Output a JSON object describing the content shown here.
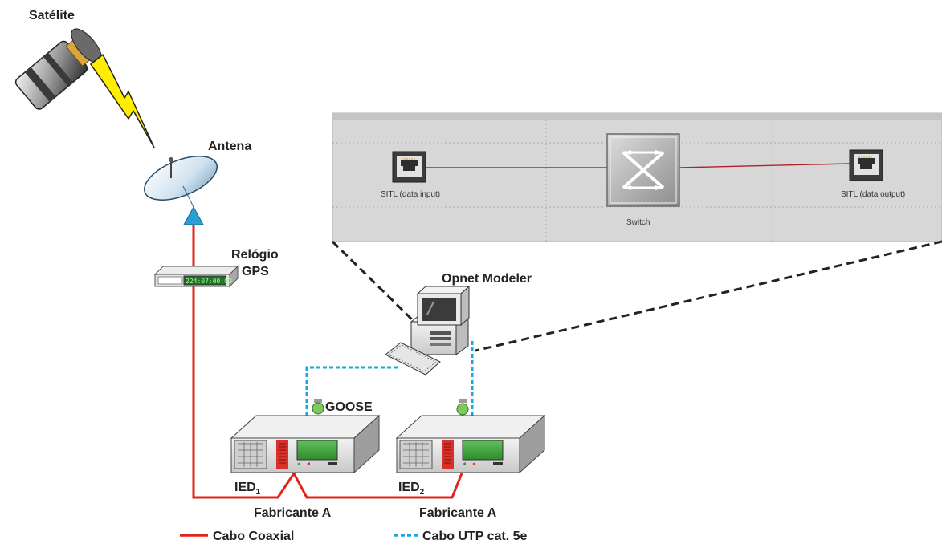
{
  "labels": {
    "satellite": "Satélite",
    "antenna": "Antena",
    "gps_clock_line1": "Relógio",
    "gps_clock_line2": "GPS",
    "gps_display": "224:07:00:00",
    "opnet": "Opnet Modeler",
    "goose": "GOOSE",
    "ied1_prefix": "IED",
    "ied1_sub": "1",
    "ied2_prefix": "IED",
    "ied2_sub": "2",
    "manufacturer1": "Fabricante A",
    "manufacturer2": "Fabricante A"
  },
  "opnet_panel": {
    "sitl_input": "SITL (data input)",
    "switch": "Switch",
    "sitl_output": "SITL (data output)"
  },
  "legend": {
    "coax": "Cabo Coaxial",
    "utp": "Cabo UTP cat. 5e"
  },
  "colors": {
    "coax": "#e32219",
    "utp": "#1aa7dc",
    "zoom_lines": "#222222",
    "lightning": "#ffee00",
    "panel_bg": "#d6d6d6"
  },
  "icons": {
    "satellite": "satellite-icon",
    "antenna": "satellite-dish-icon",
    "gps": "gps-clock-icon",
    "computer": "computer-icon",
    "ied": "ied-relay-icon",
    "switch": "network-switch-icon",
    "rj45": "rj45-port-icon"
  }
}
